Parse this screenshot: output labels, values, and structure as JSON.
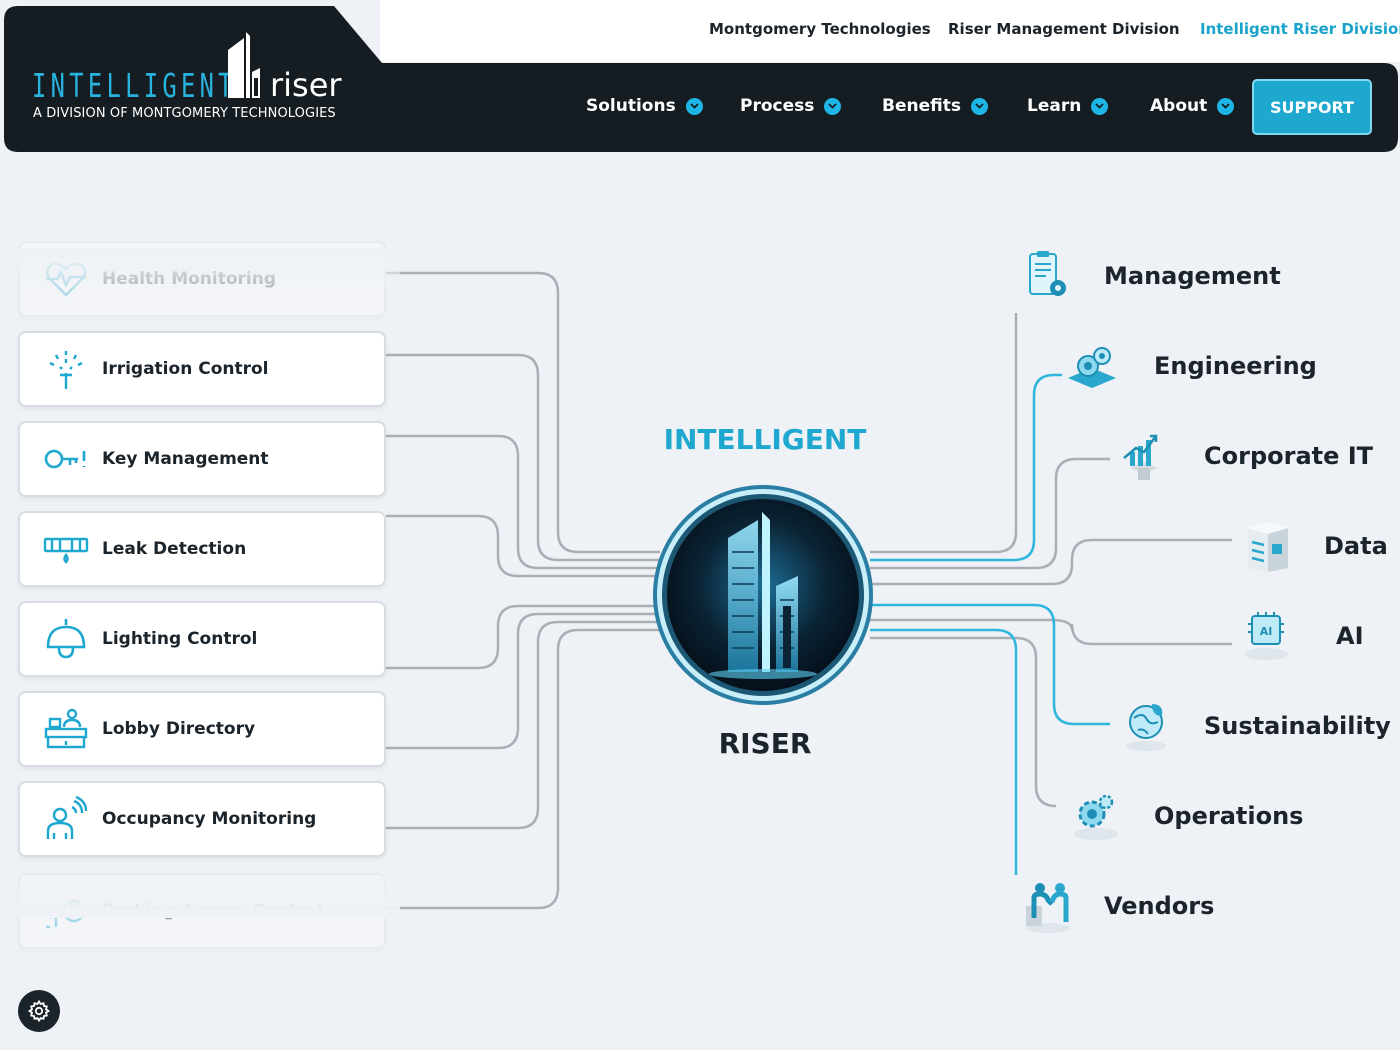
{
  "top_links": [
    {
      "label": "Montgomery Technologies",
      "active": false
    },
    {
      "label": "Riser Management Division",
      "active": false
    },
    {
      "label": "Intelligent Riser Division",
      "active": true
    }
  ],
  "logo": {
    "word": "INTELLIGENT",
    "suffix": "riser",
    "tagline": "A DIVISION OF MONTGOMERY TECHNOLOGIES"
  },
  "nav": {
    "items": [
      {
        "label": "Solutions"
      },
      {
        "label": "Process"
      },
      {
        "label": "Benefits"
      },
      {
        "label": "Learn"
      },
      {
        "label": "About"
      }
    ],
    "support_label": "SUPPORT"
  },
  "colors": {
    "accent": "#1ea8cf",
    "header_bg": "#151c22",
    "page_bg": "#eef1f5",
    "connector": "#a9afb6"
  },
  "features": [
    {
      "label": "Health Monitoring",
      "icon": "heart-monitor-icon",
      "faded": true
    },
    {
      "label": "Irrigation Control",
      "icon": "sprinkler-icon",
      "faded": false
    },
    {
      "label": "Key Management",
      "icon": "key-icon",
      "faded": false
    },
    {
      "label": "Leak Detection",
      "icon": "pipe-leak-icon",
      "faded": false
    },
    {
      "label": "Lighting Control",
      "icon": "lamp-icon",
      "faded": false
    },
    {
      "label": "Lobby Directory",
      "icon": "reception-desk-icon",
      "faded": false
    },
    {
      "label": "Occupancy Monitoring",
      "icon": "person-signal-icon",
      "faded": false
    },
    {
      "label": "Parking Access Control",
      "icon": "parking-icon",
      "faded": true
    }
  ],
  "hub": {
    "title_top": "INTELLIGENT",
    "title_bottom": "RISER"
  },
  "departments": [
    {
      "label": "Management",
      "icon": "clipboard-gear-icon"
    },
    {
      "label": "Engineering",
      "icon": "gears-icon"
    },
    {
      "label": "Corporate IT",
      "icon": "growth-chart-icon"
    },
    {
      "label": "Data",
      "icon": "server-icon"
    },
    {
      "label": "AI",
      "icon": "ai-chip-icon"
    },
    {
      "label": "Sustainability",
      "icon": "globe-leaf-icon"
    },
    {
      "label": "Operations",
      "icon": "cog-person-icon"
    },
    {
      "label": "Vendors",
      "icon": "handshake-icon"
    }
  ]
}
